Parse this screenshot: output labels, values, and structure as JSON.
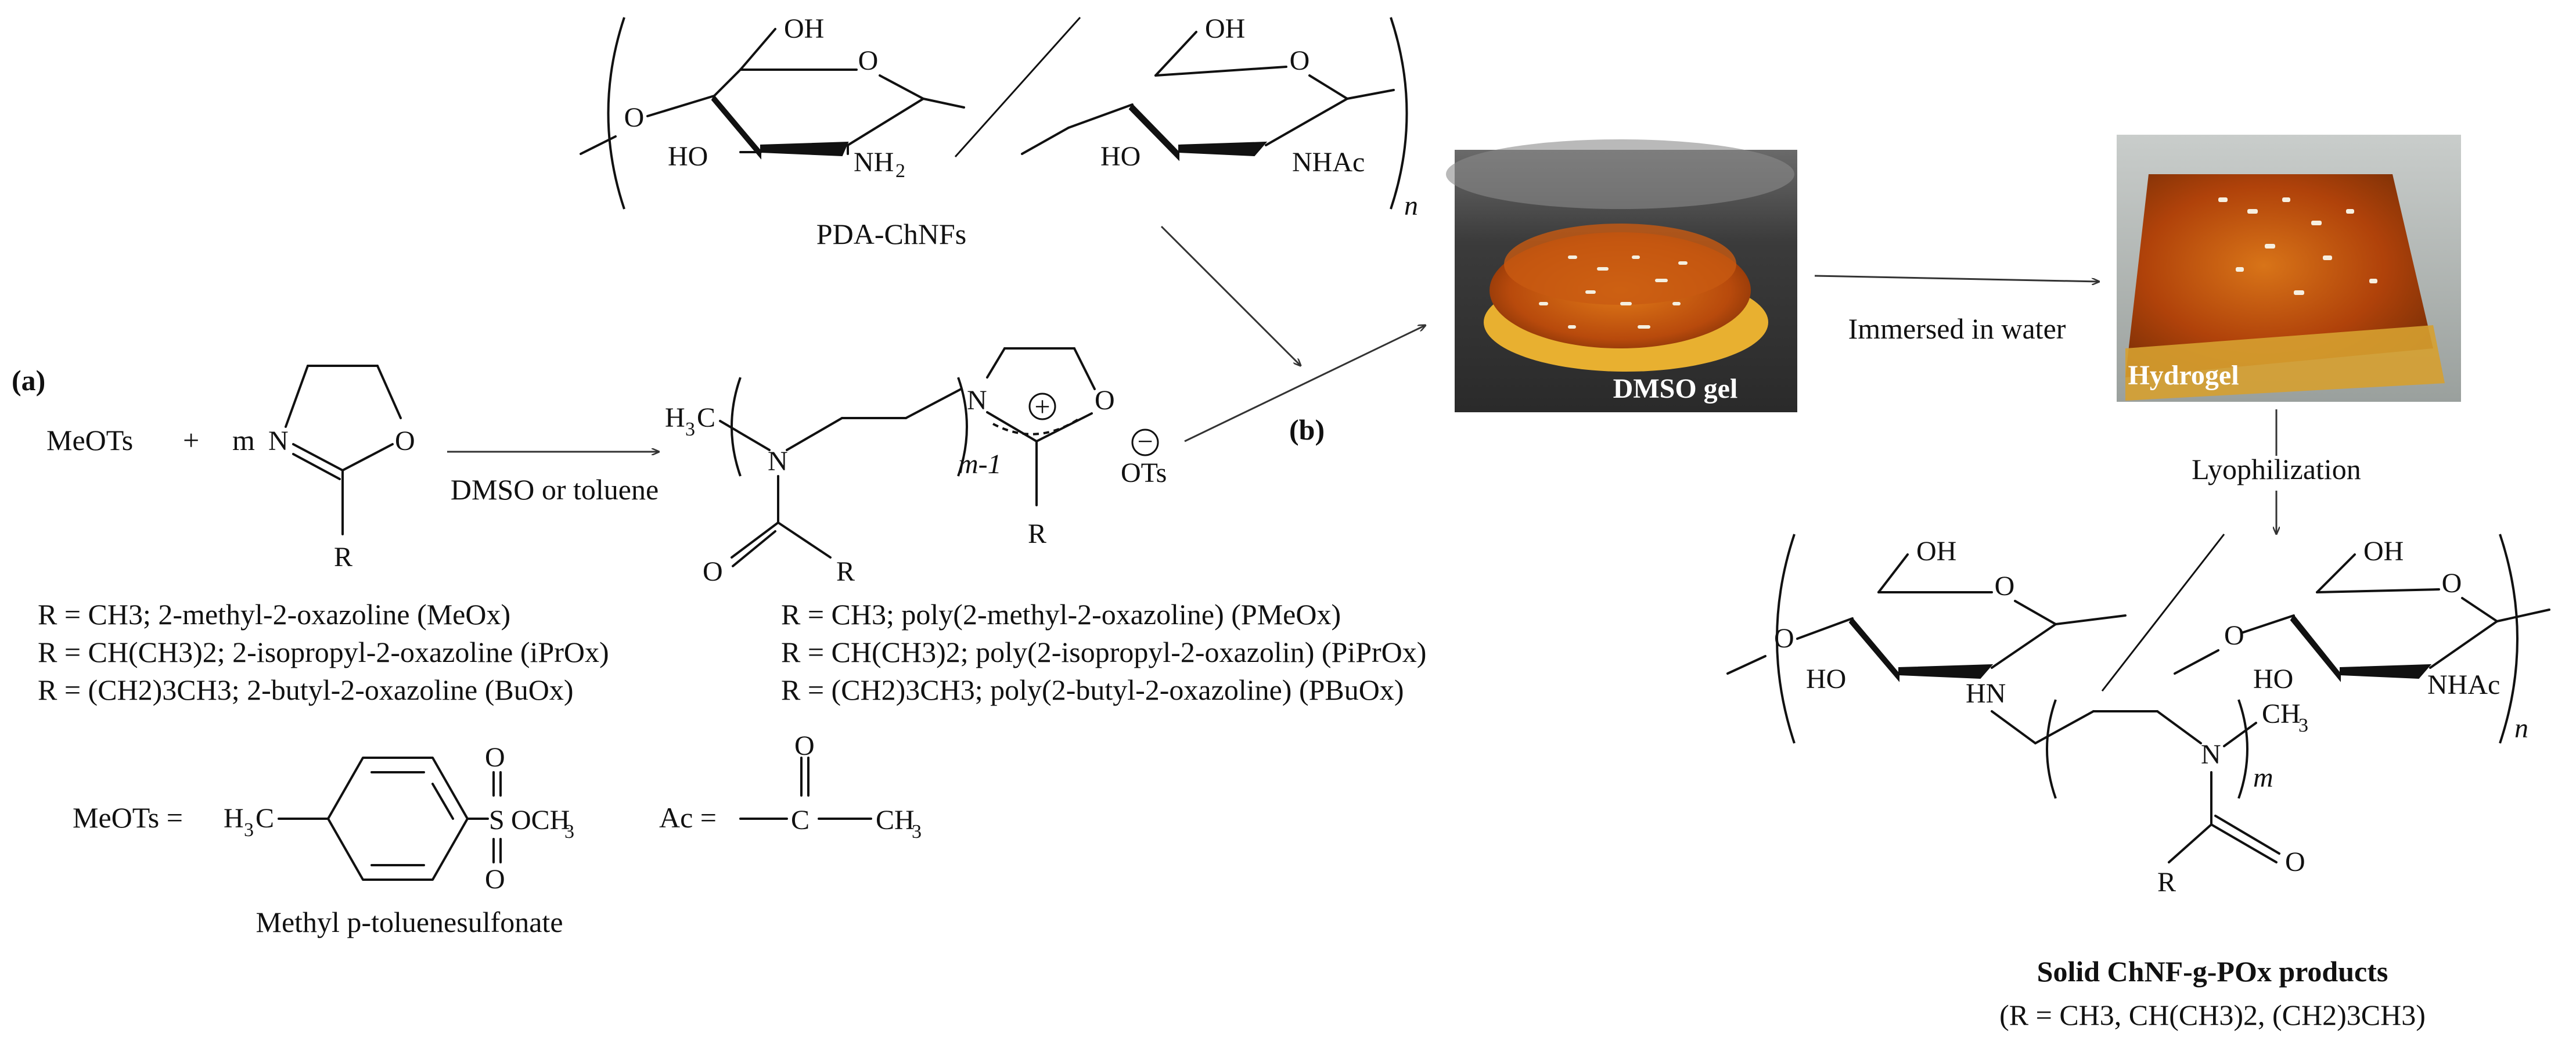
{
  "labels": {
    "panel_a": "(a)",
    "panel_b": "(b)",
    "pda_chnfs": "PDA-ChNFs",
    "meots": "MeOTs",
    "plus": "+",
    "m_coef": "m",
    "solvent": "DMSO or toluene",
    "immersed": "Immersed in water",
    "lyophilization": "Lyophilization",
    "dmso_gel": "DMSO gel",
    "hydrogel": "Hydrogel",
    "solid_products": "Solid ChNF-g-POx products",
    "solid_products_r": "(R = CH3, CH(CH3)2, (CH2)3CH3)",
    "methyl_pts": "Methyl p-toluenesulfonate",
    "meots_eq": "MeOTs =",
    "ac_eq": "Ac ="
  },
  "monomers": [
    "R = CH3; 2-methyl-2-oxazoline (MeOx)",
    "R = CH(CH3)2; 2-isopropyl-2-oxazoline (iPrOx)",
    "R = (CH2)3CH3; 2-butyl-2-oxazoline (BuOx)"
  ],
  "polymers": [
    "R = CH3; poly(2-methyl-2-oxazoline) (PMeOx)",
    "R = CH(CH3)2; poly(2-isopropyl-2-oxazolin) (PiPrOx)",
    "R = (CH2)3CH3; poly(2-butyl-2-oxazoline) (PBuOx)"
  ],
  "atoms": {
    "oh": "OH",
    "ho": "HO",
    "o": "O",
    "n": "N",
    "nhac": "NHAc",
    "nh": "NH",
    "hn": "HN",
    "r": "R",
    "h3c": "H",
    "ch3": "CH",
    "ots": "OTs",
    "c": "C",
    "s": "S",
    "och3": "OCH",
    "sub2": "2",
    "sub3": "3",
    "n_sub": "n",
    "m_sub": "m",
    "m1_sub": "m-1",
    "plus_charge": "+",
    "minus_charge": "−"
  },
  "colors": {
    "gel_dark": "#3a3a3a",
    "gel_orange": "#c85a10",
    "gel_amber": "#e8a020",
    "hydro_bg": "#bfc4c2"
  }
}
